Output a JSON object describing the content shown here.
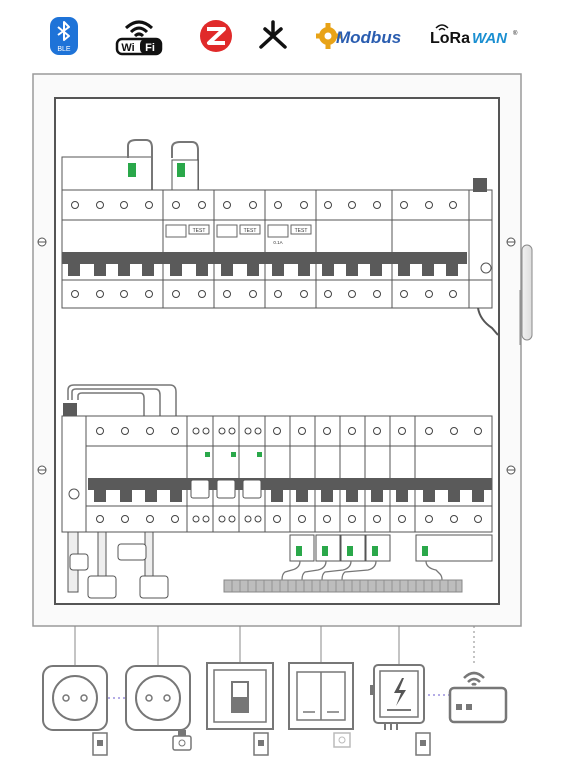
{
  "protocols": [
    {
      "icon": "bluetooth-icon",
      "label": "BLE"
    },
    {
      "icon": "wifi-icon",
      "label": "Wi Fi"
    },
    {
      "icon": "zigbee-icon",
      "label": ""
    },
    {
      "icon": "thread-icon",
      "label": ""
    },
    {
      "icon": "modbus-icon",
      "label": "Modbus"
    },
    {
      "icon": "lorawan-icon",
      "label_a": "LoRa",
      "label_b": "WAN",
      "mark": "®"
    }
  ],
  "breaker_labels": {
    "test": "TEST",
    "rcd_rating": "0.1A"
  },
  "devices": [
    {
      "icon": "socket-icon"
    },
    {
      "icon": "socket-icon"
    },
    {
      "icon": "light-switch-icon"
    },
    {
      "icon": "double-switch-icon"
    },
    {
      "icon": "electric-panel-icon"
    },
    {
      "icon": "router-icon"
    }
  ],
  "colors": {
    "ble": "#1e73d8",
    "zigbee": "#e02a2a",
    "modbus_gold": "#e8a317",
    "modbus_blue": "#2a5db0",
    "lorawan_blue": "#1a8fd1",
    "green_indicator": "#2aa84a",
    "breaker_gray": "#5a5a5a"
  }
}
